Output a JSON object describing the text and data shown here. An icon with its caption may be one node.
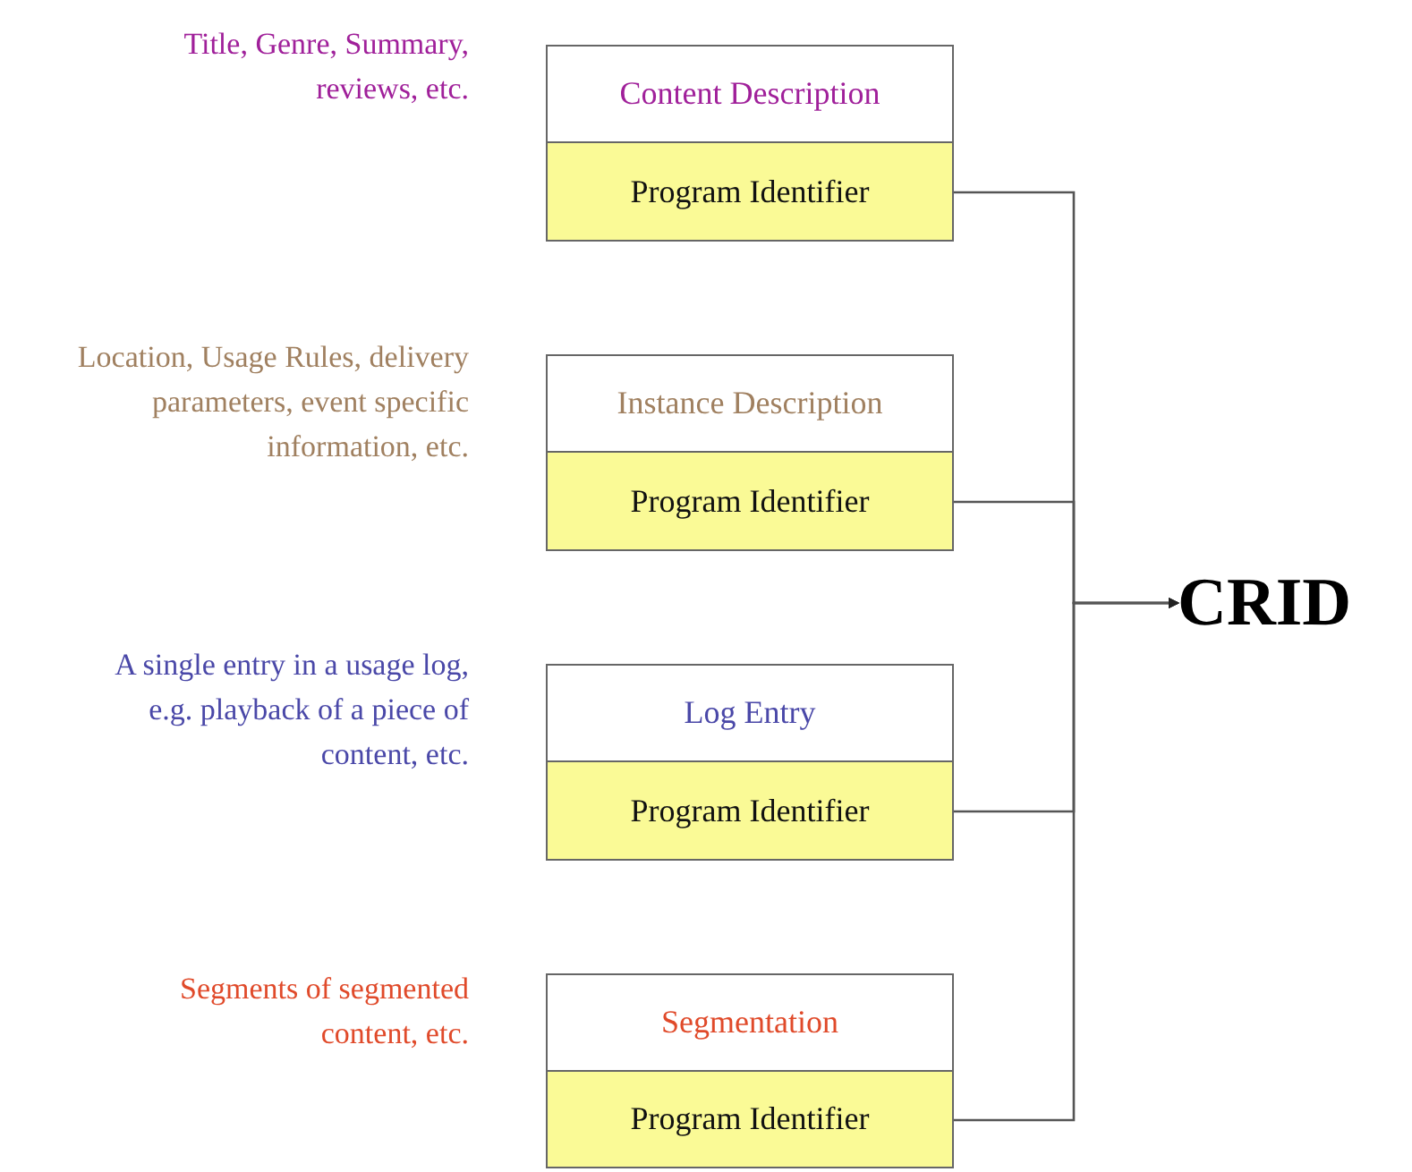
{
  "diagram": {
    "nodes": [
      {
        "text": [
          "Content Description"
        ],
        "beside": [
          "Title, Genre, Summary, reviews, etc."
        ]
      },
      {
        "text": [
          "Program Identifier"
        ]
      },
      {
        "text": [
          "Instance Description"
        ],
        "beside": [
          "Location, Usage Rules, delivery parameters, event specific information, etc."
        ]
      },
      {
        "text": [
          "Program Identifier"
        ]
      },
      {
        "text": [
          "Log Entry"
        ],
        "beside": [
          "A single entry in a usage log, e.g. playback of a piece of content, etc."
        ]
      },
      {
        "text": [
          "Program Identifier"
        ]
      },
      {
        "text": [
          "Segmentation"
        ],
        "beside": [
          "Segments of segmented content, etc."
        ]
      },
      {
        "text": [
          "Program Identifier"
        ]
      },
      {
        "text": [
          "CRID"
        ]
      }
    ],
    "edges": [
      {
        "from": 1,
        "to": 8,
        "arrow": "to"
      },
      {
        "from": 3,
        "to": 8,
        "arrow": "to"
      },
      {
        "from": 5,
        "to": 8,
        "arrow": "to"
      },
      {
        "from": 7,
        "to": 8,
        "arrow": "to"
      }
    ]
  }
}
